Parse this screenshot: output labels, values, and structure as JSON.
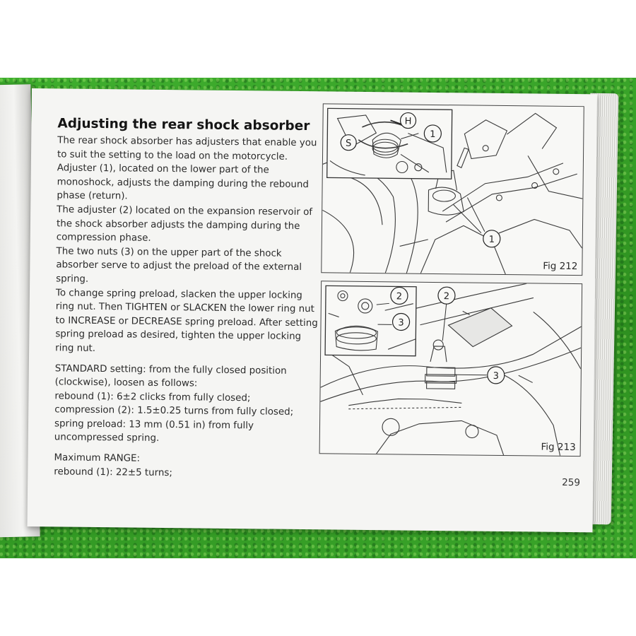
{
  "heading": "Adjusting the rear shock absorber",
  "paragraphs": [
    "The rear shock absorber has adjusters that enable you to suit the setting to the load on the motorcycle. Adjuster (1), located on the lower part of the monoshock, adjusts the damping during the rebound phase (return).",
    "The adjuster (2) located on the expansion reservoir of the shock absorber adjusts the damping during the compression phase.",
    "The two nuts (3) on the upper part of the shock absorber serve to adjust the preload of the external spring.",
    "To change spring preload, slacken the upper locking ring nut. Then TIGHTEN or SLACKEN the lower ring nut to INCREASE or DECREASE spring preload. After setting spring preload as desired, tighten the upper locking ring nut."
  ],
  "standard": {
    "intro": "STANDARD setting: from the fully closed position (clockwise), loosen as follows:",
    "rebound": "rebound (1): 6±2 clicks from fully closed;",
    "compression": "compression (2): 1.5±0.25 turns from fully closed;",
    "preload": "spring preload: 13 mm (0.51 in) from fully uncompressed spring."
  },
  "maximum": {
    "title": "Maximum RANGE:",
    "rebound": "rebound (1): 22±5 turns;"
  },
  "fig212": {
    "caption": "Fig 212",
    "callouts": [
      "H",
      "S",
      "1",
      "1"
    ]
  },
  "fig213": {
    "caption": "Fig 213",
    "callouts": [
      "2",
      "3",
      "2",
      "3"
    ]
  },
  "page_number": "259",
  "colors": {
    "turf": "#2f9a22",
    "paper": "#f5f5f3",
    "ink": "#2a2a2a"
  }
}
